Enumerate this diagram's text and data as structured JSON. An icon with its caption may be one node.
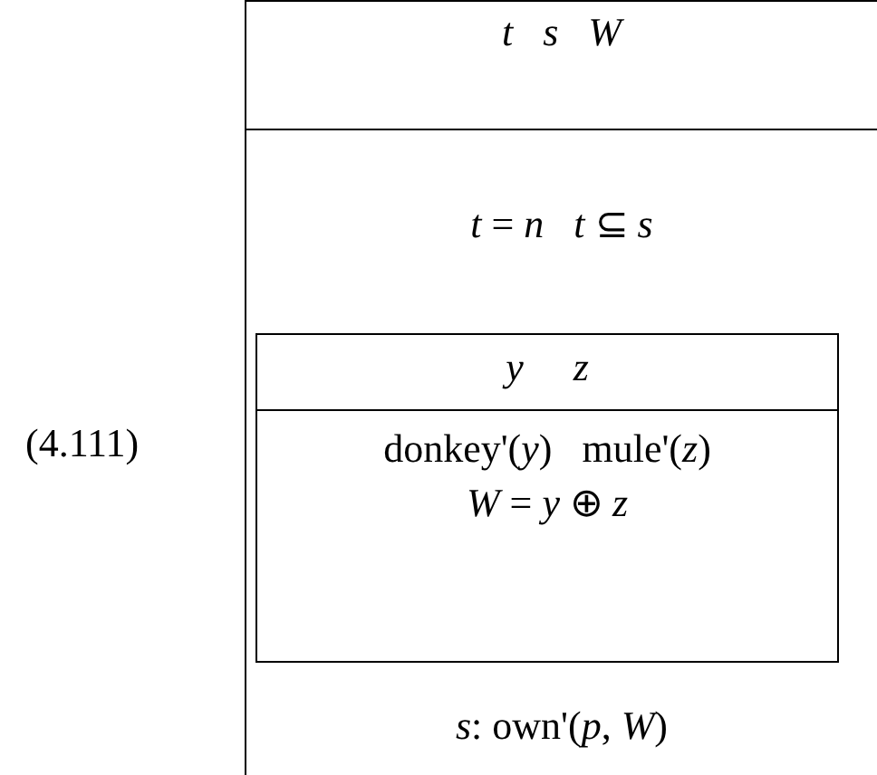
{
  "diagram": {
    "nodes": [
      {
        "text": [
          "*t*   *s*   *W*",
          "*t* = *n*   *t* ⊆ *s*",
          "*s*: own'(*p*, *W*)"
        ]
      },
      {
        "text": [
          "*y*     *z*",
          "donkey'(*y*)   mule'(*z*)",
          "*W* = *y* ⊕ *z*"
        ],
        "in": 0
      }
    ],
    "labels": [
      "(4.111)"
    ]
  }
}
